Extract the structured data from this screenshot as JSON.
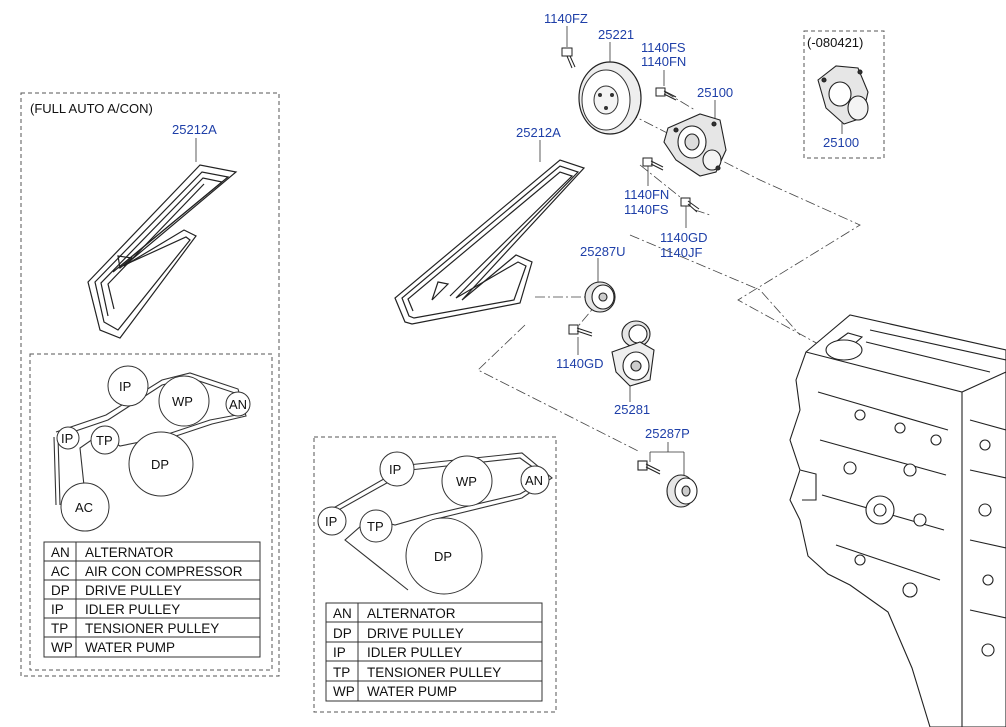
{
  "diagram": {
    "left_panel_title": "(FULL AUTO A/CON)",
    "inset_code": "(-080421)",
    "part_numbers": {
      "belt_left": "25212A",
      "belt_center": "25212A",
      "bolt_pulley": "1140FZ",
      "pulley": "25221",
      "bolt_fs_top": "1140FS",
      "bolt_fn_top": "1140FN",
      "water_pump": "25100",
      "water_pump_inset": "25100",
      "bolt_fn_low": "1140FN",
      "bolt_fs_low": "1140FS",
      "bolt_gd_right": "1140GD",
      "bolt_jf_right": "1140JF",
      "idler_u": "25287U",
      "bolt_gd_center": "1140GD",
      "tensioner": "25281",
      "idler_p": "25287P"
    },
    "pulleys": {
      "left": [
        "IP",
        "WP",
        "AN",
        "IP",
        "TP",
        "DP",
        "AC"
      ],
      "center": [
        "IP",
        "WP",
        "AN",
        "IP",
        "TP",
        "DP"
      ]
    },
    "legend_left": [
      {
        "code": "AN",
        "name": "ALTERNATOR"
      },
      {
        "code": "AC",
        "name": "AIR CON COMPRESSOR"
      },
      {
        "code": "DP",
        "name": "DRIVE PULLEY"
      },
      {
        "code": "IP",
        "name": "IDLER PULLEY"
      },
      {
        "code": "TP",
        "name": "TENSIONER PULLEY"
      },
      {
        "code": "WP",
        "name": "WATER PUMP"
      }
    ],
    "legend_center": [
      {
        "code": "AN",
        "name": "ALTERNATOR"
      },
      {
        "code": "DP",
        "name": "DRIVE PULLEY"
      },
      {
        "code": "IP",
        "name": "IDLER PULLEY"
      },
      {
        "code": "TP",
        "name": "TENSIONER PULLEY"
      },
      {
        "code": "WP",
        "name": "WATER PUMP"
      }
    ]
  }
}
